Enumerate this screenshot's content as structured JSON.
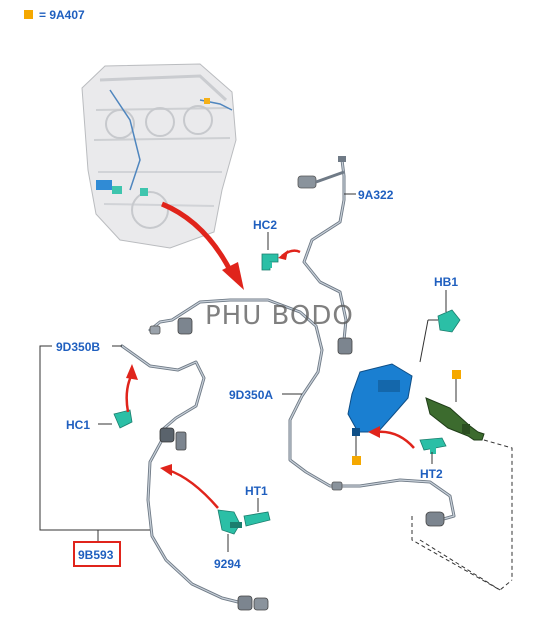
{
  "legend": {
    "swatch_color": "#f5a800",
    "text": "= 9A407"
  },
  "watermark": "PHU BODO",
  "labels": {
    "p9a322": "9A322",
    "hc2": "HC2",
    "hb1": "HB1",
    "p9d350b": "9D350B",
    "p9d350a": "9D350A",
    "hc1": "HC1",
    "ht1": "HT1",
    "ht2": "HT2",
    "p9294": "9294",
    "p9b593": "9B593"
  },
  "colors": {
    "label_blue": "#1f5fbf",
    "highlight_red": "#e0241b",
    "connector_teal": "#2bbfa6",
    "solenoid_blue": "#1a7fd1",
    "valve_green": "#3c6b2e",
    "marker_orange": "#f5a800"
  },
  "icons": {
    "engine": "engine-block-icon",
    "arrow": "red-arrow-icon",
    "marker": "orange-square-marker-icon"
  }
}
